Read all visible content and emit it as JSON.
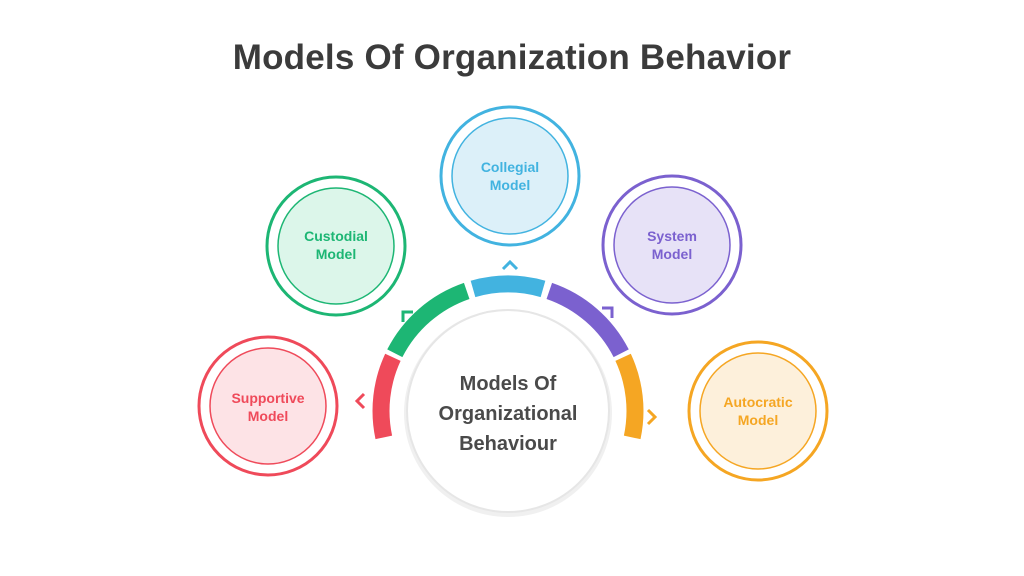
{
  "title": "Models Of Organization Behavior",
  "center": {
    "lines": [
      "Models Of",
      "Organizational",
      "Behaviour"
    ]
  },
  "models": [
    {
      "line1": "Supportive",
      "line2": "Model",
      "color": "#ef4a5a",
      "fill": "#fde3e6"
    },
    {
      "line1": "Custodial",
      "line2": "Model",
      "color": "#1db674",
      "fill": "#dcf6ea"
    },
    {
      "line1": "Collegial",
      "line2": "Model",
      "color": "#42b3e0",
      "fill": "#dcf0f9"
    },
    {
      "line1": "System",
      "line2": "Model",
      "color": "#7b61cf",
      "fill": "#e7e2f7"
    },
    {
      "line1": "Autocratic",
      "line2": "Model",
      "color": "#f5a623",
      "fill": "#fdf0db"
    }
  ]
}
